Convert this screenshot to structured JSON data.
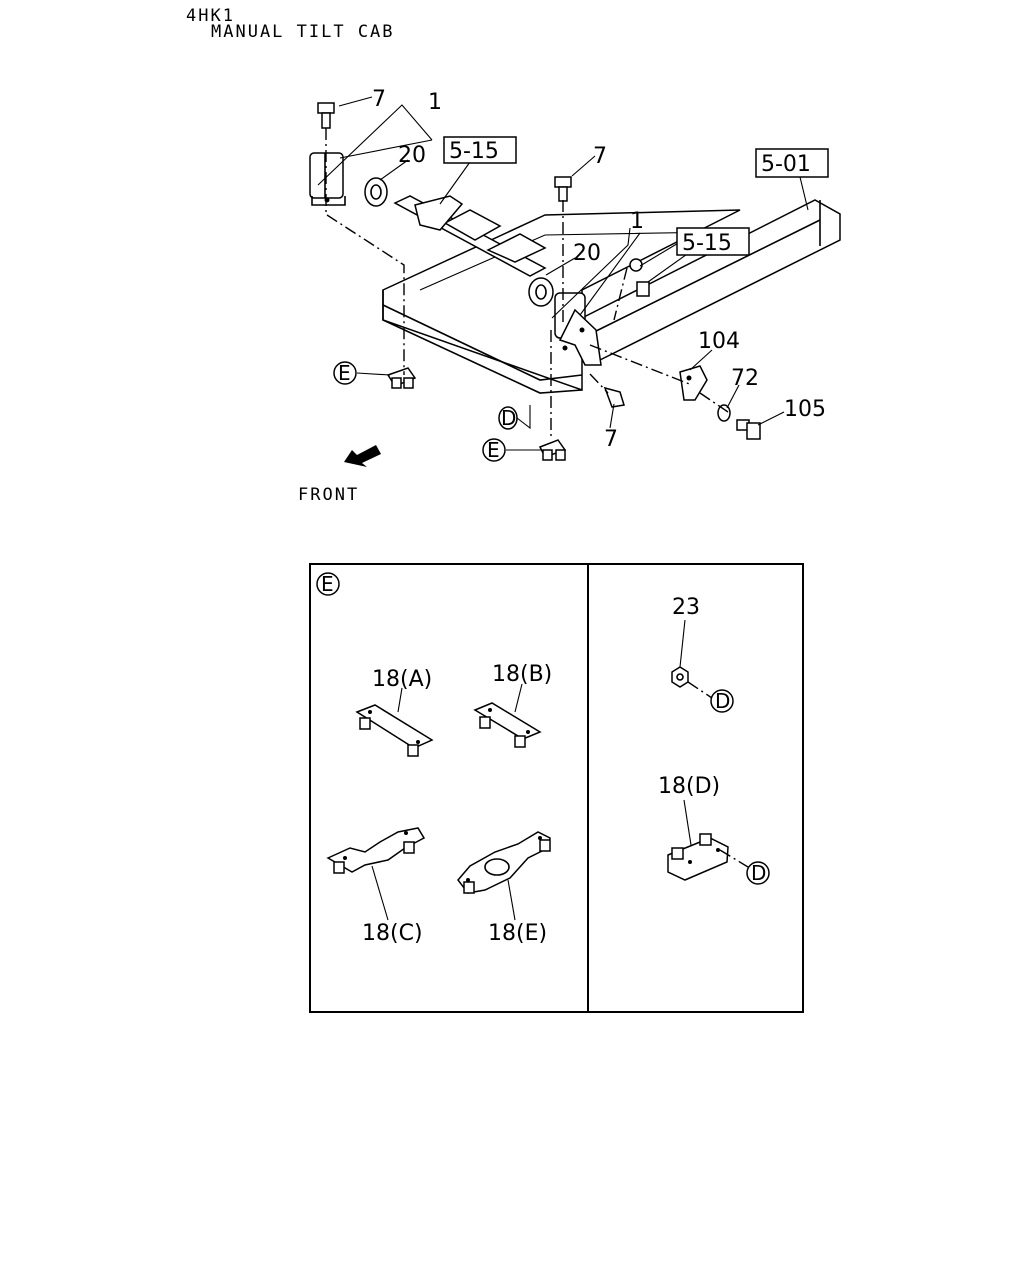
{
  "header": {
    "model": "4HK1",
    "title": "MANUAL TILT CAB"
  },
  "callouts": {
    "bolt_7_top": "7",
    "bushing_1_left": "1",
    "bushing_20_left": "20",
    "ref_5_15_left": "5-15",
    "bolt_7_mid": "7",
    "ref_5_01": "5-01",
    "bushing_1_right": "1",
    "bushing_20_right": "20",
    "ref_5_15_right": "5-15",
    "lock_104": "104",
    "washer_72": "72",
    "bolt_105": "105",
    "bolt_7_bottom": "7",
    "circle_e_1": "E",
    "circle_d_1": "D",
    "circle_e_2": "E",
    "front_label": "FRONT"
  },
  "detail": {
    "panel_label": "E",
    "item_18a": "18(A)",
    "item_18b": "18(B)",
    "item_18c": "18(C)",
    "item_18e": "18(E)",
    "item_23": "23",
    "circle_d_top": "D",
    "item_18d": "18(D)",
    "circle_d_bottom": "D"
  }
}
